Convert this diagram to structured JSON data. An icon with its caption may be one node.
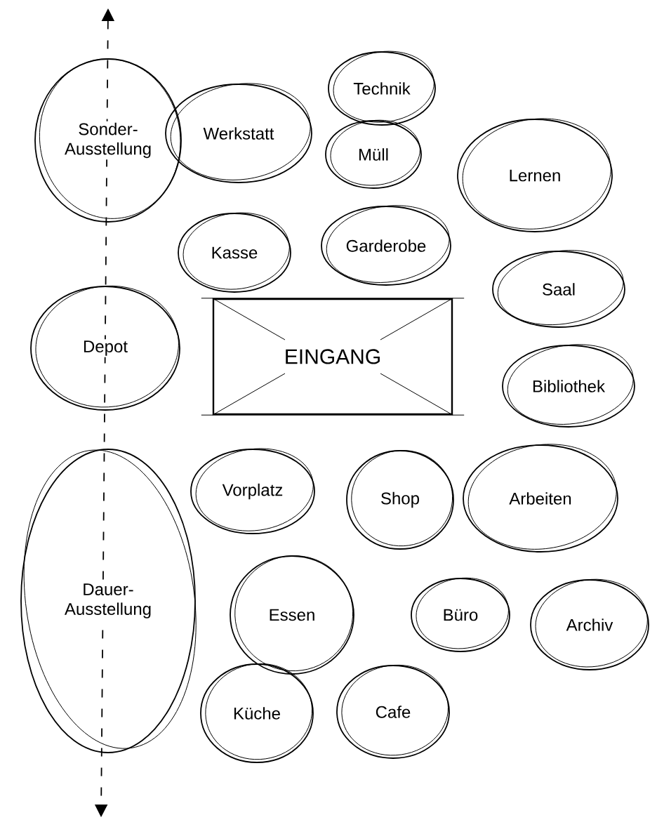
{
  "diagram": {
    "nodes": [
      {
        "text": [
          "Sonder- Ausstellung"
        ]
      },
      {
        "text": [
          "Werkstatt"
        ]
      },
      {
        "text": [
          "Technik"
        ]
      },
      {
        "text": [
          "Müll"
        ]
      },
      {
        "text": [
          "Lernen"
        ]
      },
      {
        "text": [
          "Kasse"
        ]
      },
      {
        "text": [
          "Garderobe"
        ]
      },
      {
        "text": [
          "Saal"
        ]
      },
      {
        "text": [
          "Depot"
        ]
      },
      {
        "text": [
          "EINGANG"
        ]
      },
      {
        "text": [
          "Bibliothek"
        ]
      },
      {
        "text": [
          "Vorplatz"
        ]
      },
      {
        "text": [
          "Shop"
        ]
      },
      {
        "text": [
          "Arbeiten"
        ]
      },
      {
        "text": [
          "Dauer- Ausstellung"
        ]
      },
      {
        "text": [
          "Essen"
        ]
      },
      {
        "text": [
          "Büro"
        ]
      },
      {
        "text": [
          "Archiv"
        ]
      },
      {
        "text": [
          "Küche"
        ]
      },
      {
        "text": [
          "Cafe"
        ]
      }
    ]
  }
}
